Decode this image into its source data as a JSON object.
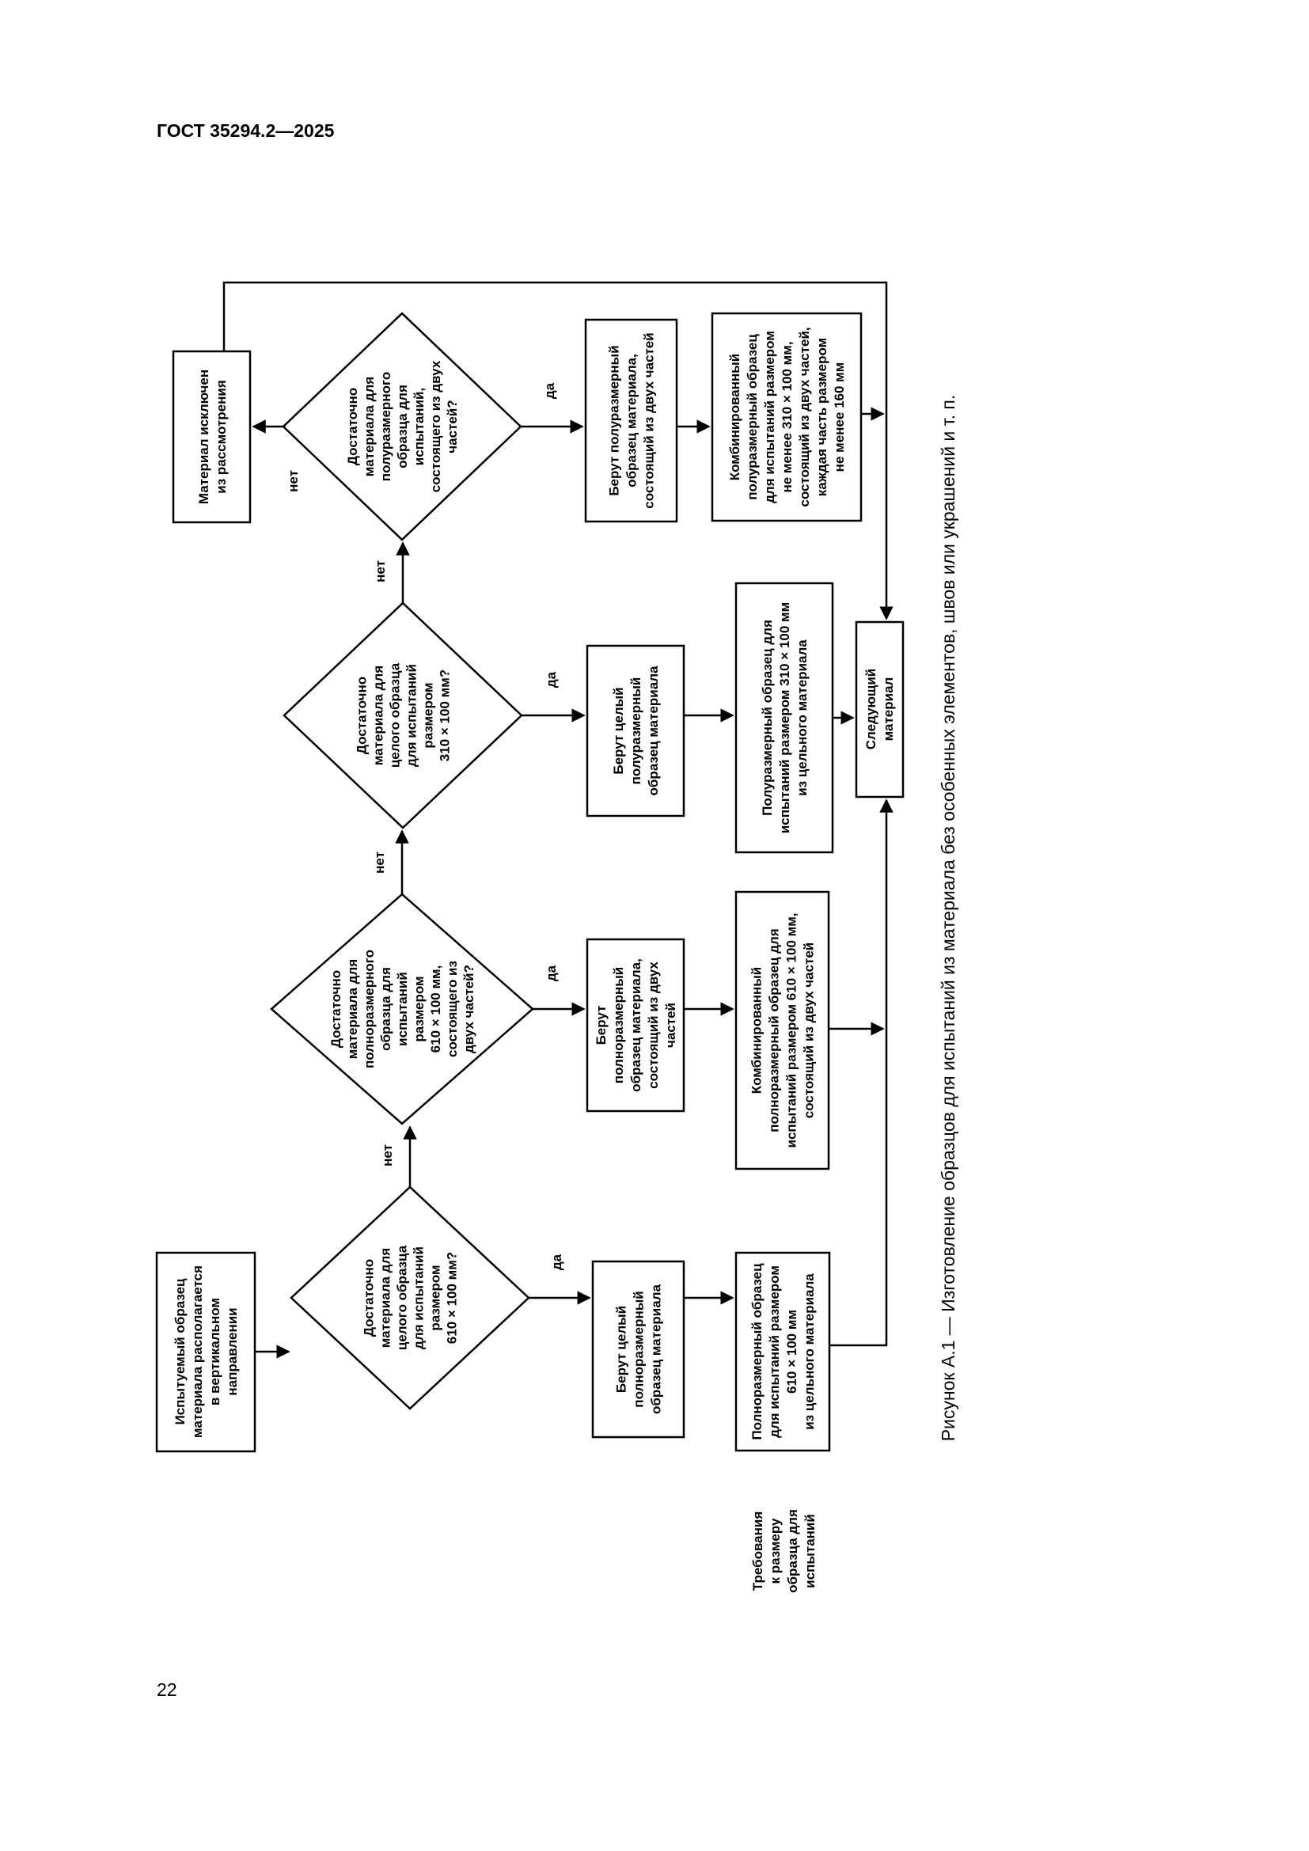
{
  "header": {
    "standard": "ГОСТ 35294.2—2025"
  },
  "page_number": "22",
  "caption": "Рисунок А.1 — Изготовление образцов для испытаний из материала без особенных элементов, швов или украшений и т. п.",
  "requirements_label": [
    "Требования",
    "к размеру",
    "образца для",
    "испытаний"
  ],
  "labels": {
    "yes": "да",
    "no": "нет"
  },
  "flow": {
    "start": [
      "Испытуемый образец",
      "материала располагается",
      "в вертикальном",
      "направлении"
    ],
    "decisions": [
      [
        "Достаточно",
        "материала для",
        "целого образца",
        "для испытаний",
        "размером",
        "610 × 100 мм?"
      ],
      [
        "Достаточно",
        "материала для",
        "полноразмерного",
        "образца для",
        "испытаний",
        "размером",
        "610 × 100 мм,",
        "состоящего из",
        "двух частей?"
      ],
      [
        "Достаточно",
        "материала для",
        "целого образца",
        "для испытаний",
        "размером",
        "310 × 100 мм?"
      ],
      [
        "Достаточно",
        "материала для",
        "полуразмерного",
        "образца для",
        "испытаний,",
        "состоящего из двух",
        "частей?"
      ]
    ],
    "actions": [
      [
        "Берут целый",
        "полноразмерный",
        "образец материала"
      ],
      [
        "Берут",
        "полноразмерный",
        "образец материала,",
        "состоящий из двух",
        "частей"
      ],
      [
        "Берут целый",
        "полуразмерный",
        "образец материала"
      ],
      [
        "Берут полуразмерный",
        "образец материала,",
        "состоящий из двух частей"
      ]
    ],
    "results": [
      [
        "Полноразмерный образец",
        "для испытаний размером",
        "610 × 100 мм",
        "из цельного материала"
      ],
      [
        "Комбинированный",
        "полноразмерный образец для",
        "испытаний размером 610 × 100 мм,",
        "состоящий из двух частей"
      ],
      [
        "Полуразмерный образец для",
        "испытаний размером 310 × 100 мм",
        "из цельного материала"
      ],
      [
        "Комбинированный",
        "полуразмерный образец",
        "для испытаний размером",
        "не менее 310 × 100 мм,",
        "состоящий из двух частей,",
        "каждая часть размером",
        "не менее 160 мм"
      ]
    ],
    "excluded": [
      "Материал исключен",
      "из рассмотрения"
    ],
    "next": [
      "Следующий",
      "материал"
    ]
  },
  "colors": {
    "ink": "#000000",
    "paper": "#ffffff"
  }
}
